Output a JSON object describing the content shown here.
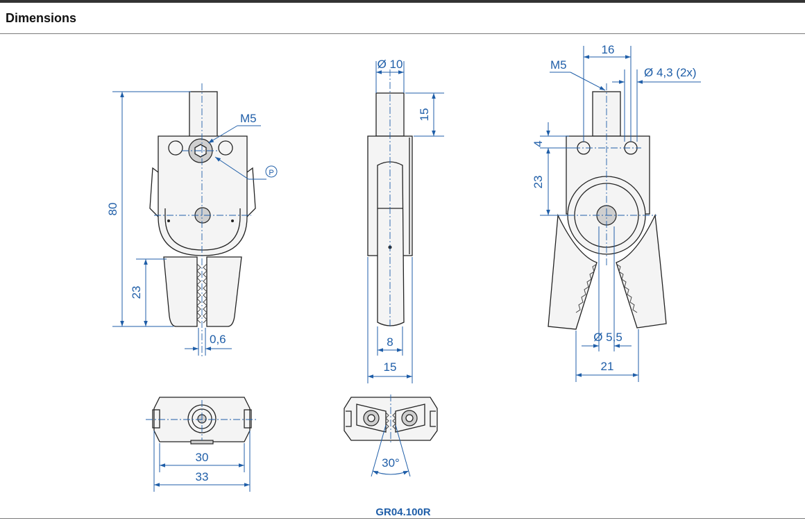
{
  "section": {
    "title": "Dimensions"
  },
  "drawing": {
    "part_number": "GR04.100R",
    "front": {
      "m5": "M5",
      "p_mark": "P",
      "h80": "80",
      "h23": "23",
      "w06": "0,6"
    },
    "side": {
      "d10": "Ø 10",
      "h15": "15",
      "w8": "8",
      "w15": "15"
    },
    "right": {
      "w16": "16",
      "m5": "M5",
      "d43": "Ø 4,3 (2x)",
      "h4": "4",
      "h23": "23",
      "d55": "Ø 5,5",
      "w21": "21"
    },
    "bottom": {
      "w30": "30",
      "w33": "33"
    },
    "top": {
      "angle": "30°"
    }
  }
}
